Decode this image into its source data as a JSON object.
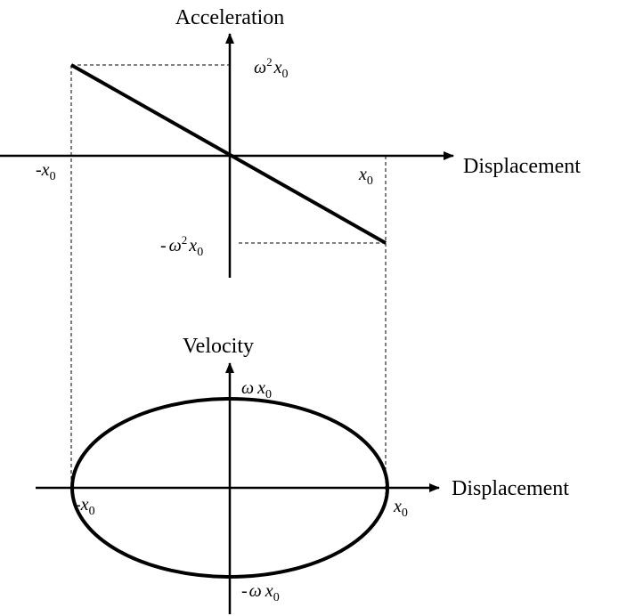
{
  "top_graph": {
    "y_axis_label": "Acceleration",
    "x_axis_label": "Displacement",
    "ticks": {
      "neg_x0": {
        "sign": "-",
        "sym": "x",
        "sub": "0"
      },
      "pos_x0": {
        "sign": "",
        "sym": "x",
        "sub": "0"
      },
      "pos_w2x0": {
        "sign": "",
        "sym": "ω",
        "sup": "2",
        "x": "x",
        "sub": "0"
      },
      "neg_w2x0": {
        "sign": "-",
        "sym": "ω",
        "sup": "2",
        "x": "x",
        "sub": "0"
      }
    }
  },
  "bottom_graph": {
    "y_axis_label": "Velocity",
    "x_axis_label": "Displacement",
    "ticks": {
      "pos_wx0": {
        "sign": "",
        "sym": "ω",
        "x": "x",
        "sub": "0"
      },
      "neg_wx0": {
        "sign": "-",
        "sym": "ω",
        "x": "x",
        "sub": "0"
      },
      "neg_x0": {
        "sign": "-",
        "sym": "x",
        "sub": "0"
      },
      "pos_x0": {
        "sign": "",
        "sym": "x",
        "sub": "0"
      }
    }
  },
  "colors": {
    "ink": "#000000"
  }
}
